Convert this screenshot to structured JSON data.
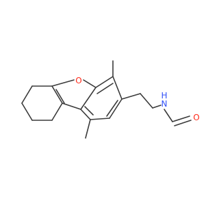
{
  "molecule": {
    "atoms": {
      "oxygen_furan": {
        "symbol": "O",
        "color": "#ff2a1a"
      },
      "nitrogen_amide": {
        "symbol": "N",
        "color": "#3050f8"
      },
      "oxygen_carbonyl": {
        "symbol": "O",
        "color": "#ff2a1a"
      },
      "hydrogen_amide": {
        "symbol": "H",
        "color": "#3050f8"
      }
    },
    "bond_color": "#3a3a3a"
  }
}
